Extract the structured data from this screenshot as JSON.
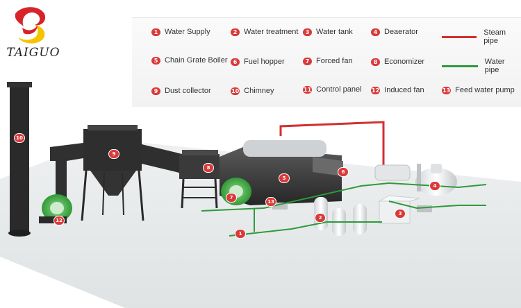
{
  "brand": {
    "name": "TAIGUO",
    "colors": {
      "logo_red": "#d8232a",
      "logo_yellow": "#f5c400"
    }
  },
  "legend": {
    "items": [
      {
        "num": "1",
        "label": "Water Supply"
      },
      {
        "num": "2",
        "label": "Water treatment"
      },
      {
        "num": "3",
        "label": "Water tank"
      },
      {
        "num": "4",
        "label": "Deaerator"
      },
      {
        "num": "5",
        "label": "Chain Grate Boiler"
      },
      {
        "num": "6",
        "label": "Fuel hopper"
      },
      {
        "num": "7",
        "label": "Forced fan"
      },
      {
        "num": "8",
        "label": "Economizer"
      },
      {
        "num": "9",
        "label": "Dust collector"
      },
      {
        "num": "10",
        "label": "Chimney"
      },
      {
        "num": "11",
        "label": "Control panel"
      },
      {
        "num": "12",
        "label": "Induced fan"
      },
      {
        "num": "13",
        "label": "Feed water pump"
      }
    ],
    "pipes": [
      {
        "label": "Steam pipe",
        "color": "#d32f2f"
      },
      {
        "label": "Water pipe",
        "color": "#2e9a3c"
      }
    ]
  },
  "diagram": {
    "markers": [
      "1",
      "2",
      "3",
      "4",
      "5",
      "6",
      "7",
      "8",
      "9",
      "10",
      "12",
      "13"
    ],
    "colors": {
      "marker": "#d93a3a",
      "steam": "#d32f2f",
      "water": "#2e9a3c",
      "fan": "#3fae3f",
      "structure": "#2b2b2b",
      "floor": "#e6e9ea"
    }
  }
}
